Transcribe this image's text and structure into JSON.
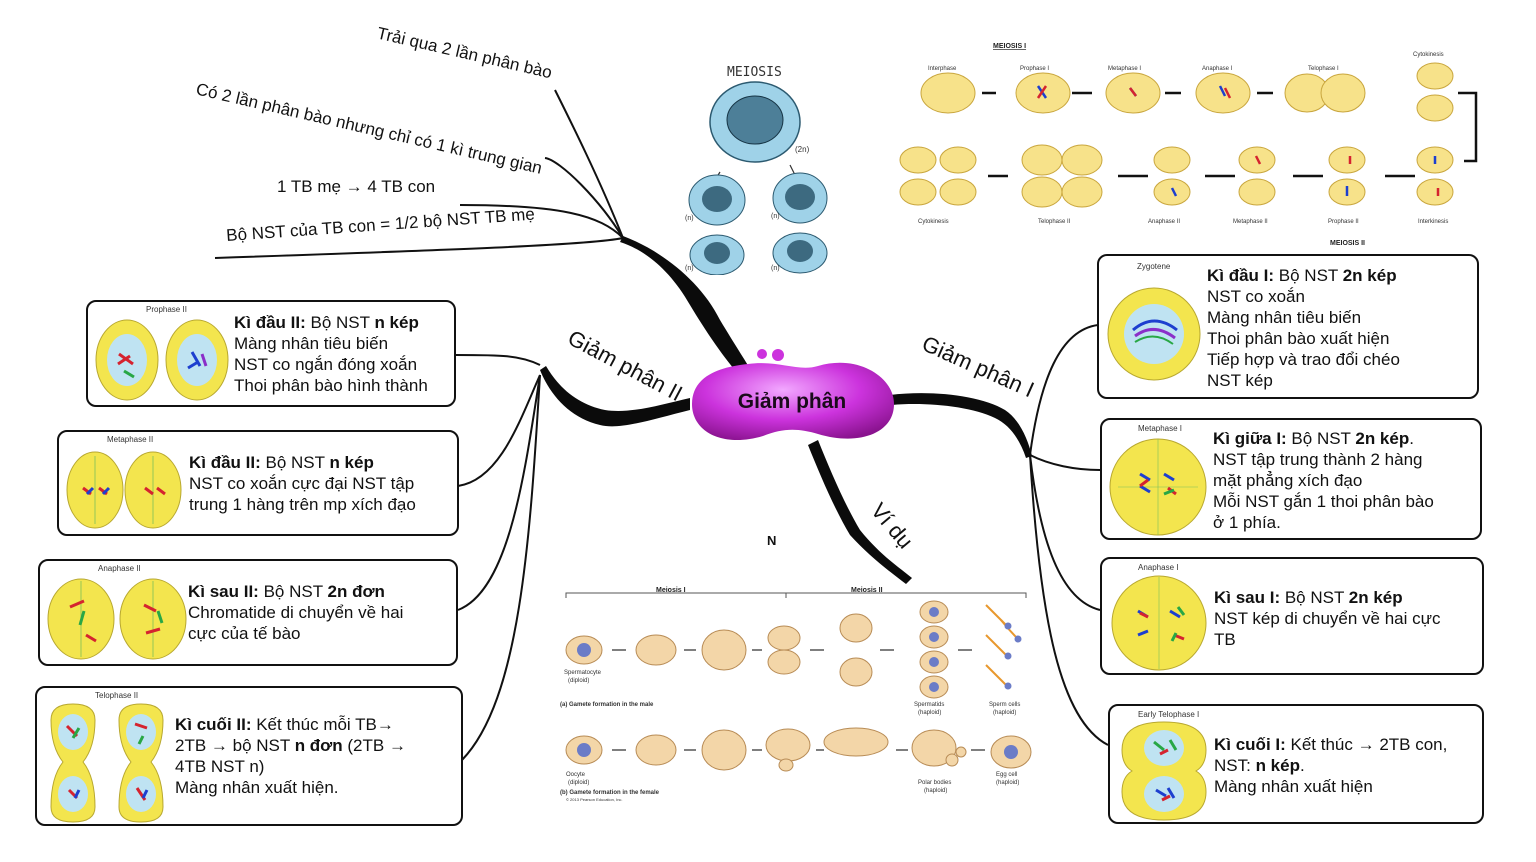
{
  "center": {
    "title": "Giảm phân",
    "color": "#cc33dd"
  },
  "top_branches": [
    "Trải qua 2 lần phân bào",
    "Có 2 lần phân bào nhưng chỉ có 1 kì trung gian",
    "1 TB mẹ → 4 TB con",
    "Bộ NST của TB con = 1/2 bộ NST TB mẹ"
  ],
  "branch_labels": {
    "left": "Giảm phân II",
    "right": "Giảm phân I",
    "bottom": "Ví dụ"
  },
  "meiosis_sketch": {
    "title": "MEIOSIS",
    "labels": [
      "(2n)",
      "(n)",
      "(n)",
      "(n)",
      "(n)"
    ]
  },
  "meiosis_figure": {
    "title_1": "MEIOSIS I",
    "title_2": "MEIOSIS II",
    "row1": [
      "Interphase",
      "Prophase I",
      "Metaphase I",
      "Anaphase I",
      "Telophase I",
      "Cytokinesis"
    ],
    "row2": [
      "Cytokinesis",
      "Telophase II",
      "Anaphase II",
      "Metaphase II",
      "Prophase II",
      "Interkinesis"
    ]
  },
  "gamete_figure": {
    "header_1": "Meiosis I",
    "header_2": "Meiosis II",
    "male_1": "Spermatocyte",
    "male_1b": "(diploid)",
    "male_2": "Spermatids",
    "male_2b": "(haploid)",
    "male_3": "Sperm cells",
    "male_3b": "(haploid)",
    "male_caption": "(a) Gamete formation in the male",
    "female_1": "Oocyte",
    "female_1b": "(diploid)",
    "female_2": "Polar bodies",
    "female_2b": "(haploid)",
    "female_3": "Egg cell",
    "female_3b": "(haploid)",
    "female_caption": "(b) Gamete formation in the female",
    "copyright": "© 2013 Pearson Education, Inc."
  },
  "stray_mark": "N",
  "left_cards": [
    {
      "image_caption": "Prophase II",
      "title": "Kì đầu II:",
      "lead": " Bộ NST ",
      "bold": "n kép",
      "lines": [
        "Màng nhân tiêu biến",
        "NST co ngắn đóng xoắn",
        "Thoi phân bào hình thành"
      ]
    },
    {
      "image_caption": "Metaphase II",
      "title": "Kì đầu II:",
      "lead": " Bộ NST ",
      "bold": "n kép",
      "lines": [
        "NST co xoắn cực đại NST tập",
        "trung 1 hàng trên mp xích đạo"
      ]
    },
    {
      "image_caption": "Anaphase II",
      "title": "Kì sau II:",
      "lead": " Bộ NST ",
      "bold": "2n đơn",
      "lines": [
        "Chromatide di chuyển về hai",
        "cực của tế bào"
      ]
    },
    {
      "image_caption": "Telophase II",
      "title": "Kì cuối II:",
      "lead": " Kết thúc mỗi TB→",
      "line2a": "2TB → bộ NST ",
      "line2bold": "n đơn",
      "line2c": " (2TB →",
      "lines": [
        "4TB NST n)",
        "Màng nhân xuất hiện."
      ]
    }
  ],
  "right_cards": [
    {
      "image_caption": "Zygotene",
      "title": "Kì đầu I:",
      "lead": " Bộ NST ",
      "bold": "2n kép",
      "tail": "",
      "lines": [
        "NST co xoắn",
        "Màng nhân tiêu biến",
        "Thoi phân bào xuất hiện",
        "Tiếp hợp và trao đổi chéo",
        "NST kép"
      ]
    },
    {
      "image_caption": "Metaphase I",
      "title": "Kì giữa I:",
      "lead": " Bộ NST ",
      "bold": "2n kép",
      "tail": ".",
      "lines": [
        "NST tập trung thành 2 hàng",
        "mặt phẳng xích đạo",
        "Mỗi NST gắn 1 thoi phân bào",
        "ở 1 phía."
      ]
    },
    {
      "image_caption": "Anaphase I",
      "title": "Kì sau I:",
      "lead": " Bộ NST ",
      "bold": "2n kép",
      "tail": "",
      "lines": [
        "NST kép di chuyển về hai cực",
        "TB"
      ]
    },
    {
      "image_caption": "Early Telophase I",
      "title": "Kì cuối I:",
      "lead": " Kết thúc → 2TB con,",
      "line2a": "NST: ",
      "line2bold": "n kép",
      "line2c": ".",
      "tail": "",
      "lines": [
        "Màng nhân xuất hiện"
      ]
    }
  ]
}
